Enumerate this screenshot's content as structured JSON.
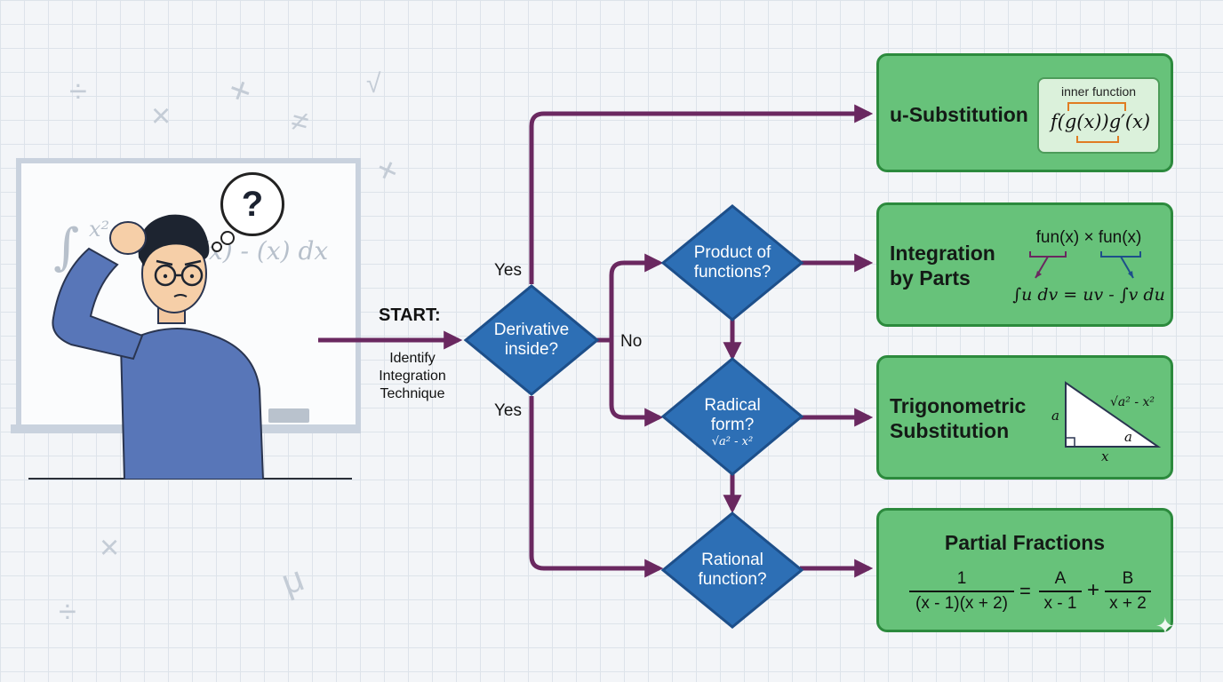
{
  "start": {
    "title": "START:",
    "subtitle_lines": [
      "Identify",
      "Integration",
      "Technique"
    ]
  },
  "whiteboard": {
    "integral_text": "(x) - (x) dx",
    "numerator": "x²",
    "denominator": "x"
  },
  "thought_bubble": "?",
  "decisions": {
    "derivative": [
      "Derivative",
      "inside?"
    ],
    "product": [
      "Product of",
      "functions?"
    ],
    "radical": [
      "Radical",
      "form?"
    ],
    "radical_formula": "√a² - x²",
    "rational": [
      "Rational",
      "function?"
    ]
  },
  "edge_labels": {
    "yes_top": "Yes",
    "no": "No",
    "yes_bottom": "Yes"
  },
  "techniques": {
    "u_sub": {
      "title": "u-Substitution",
      "inner_label": "inner function",
      "formula": "f(g(x))g′(x)"
    },
    "parts": {
      "title_lines": [
        "Integration",
        "by Parts"
      ],
      "product": "fun(x) × fun(x)",
      "formula": "∫u dv = uv - ∫v du"
    },
    "trig": {
      "title_lines": [
        "Trigonometric",
        "Substitution"
      ],
      "side_a": "a",
      "hyp": "√a² - x²",
      "angle_a": "a",
      "side_x": "x"
    },
    "partial": {
      "title": "Partial Fractions",
      "lhs_num": "1",
      "lhs_den": "(x - 1)(x + 2)",
      "eq": "=",
      "a_num": "A",
      "a_den": "x - 1",
      "plus": "+",
      "b_num": "B",
      "b_den": "x + 2"
    }
  },
  "colors": {
    "diamond": "#2d6fb5",
    "arrow": "#6a2860",
    "box_fill": "#67c27a",
    "box_border": "#2c8a3d"
  }
}
